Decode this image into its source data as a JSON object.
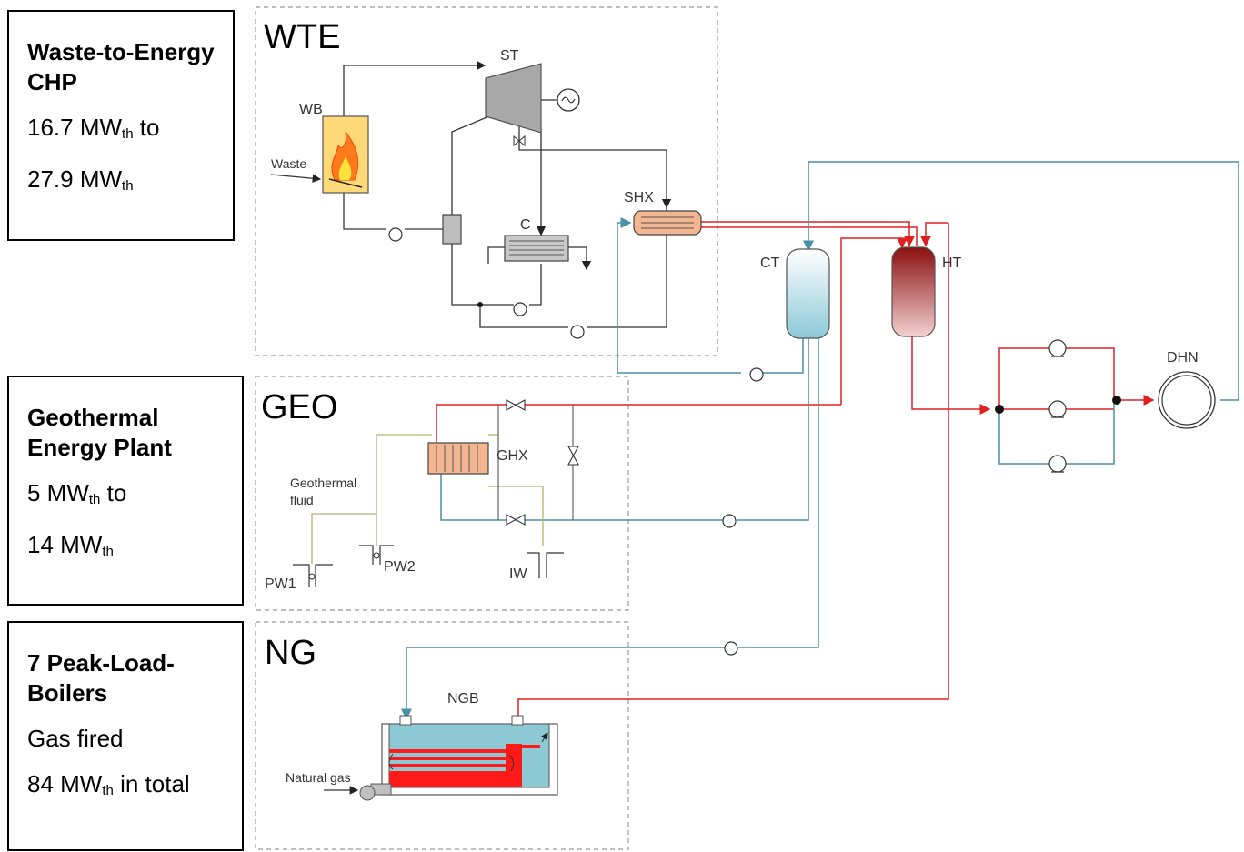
{
  "boxes": {
    "wte": {
      "title": "Waste-to-Energy CHP",
      "line1_num": "16.7 MW",
      "line1_sub": "th",
      "line1_tail": " to",
      "line2_num": "27.9 MW",
      "line2_sub": "th"
    },
    "geo": {
      "title": "Geothermal Energy Plant",
      "line1_num": "5 MW",
      "line1_sub": "th",
      "line1_tail": " to",
      "line2_num": "14 MW",
      "line2_sub": "th"
    },
    "ng": {
      "title": "7 Peak-Load-Boilers",
      "line1": "Gas fired",
      "line2_num": "84 MW",
      "line2_sub": "th",
      "line2_tail": " in total"
    }
  },
  "diagram": {
    "sections": {
      "wte": "WTE",
      "geo": "GEO",
      "ng": "NG"
    },
    "labels": {
      "wb": "WB",
      "waste": "Waste",
      "st": "ST",
      "c": "C",
      "shx": "SHX",
      "ct": "CT",
      "ht": "HT",
      "dhn": "DHN",
      "ghx": "GHX",
      "geothermal_fluid_1": "Geothermal",
      "geothermal_fluid_2": "fluid",
      "pw1": "PW1",
      "pw2": "PW2",
      "iw": "IW",
      "ngb": "NGB",
      "natural_gas": "Natural gas"
    },
    "colors": {
      "hot": "#e02020",
      "cold": "#4a90a8",
      "fluid": "#b8b070",
      "water": "#8cc9d4",
      "flame": "#ff1a1a",
      "hx": "#f4b690"
    }
  }
}
